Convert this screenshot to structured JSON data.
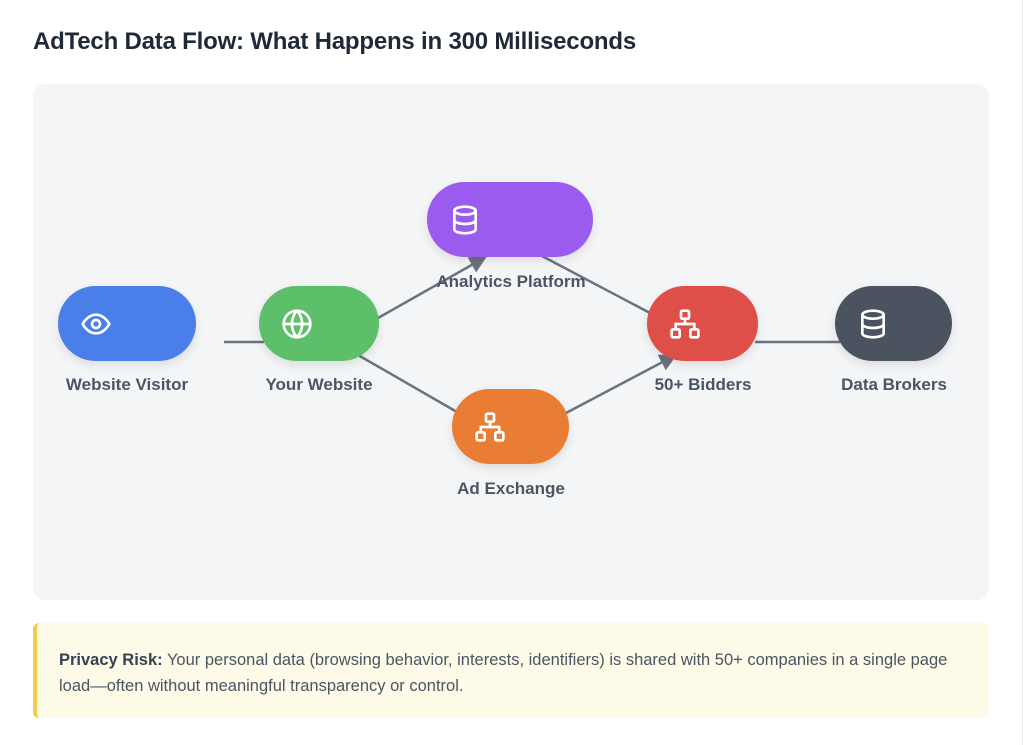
{
  "title": "AdTech Data Flow: What Happens in 300 Milliseconds",
  "diagram": {
    "nodes": [
      {
        "id": "visitor",
        "label": "Website Visitor",
        "icon": "eye-icon",
        "color": "#4a7fea"
      },
      {
        "id": "website",
        "label": "Your Website",
        "icon": "globe-icon",
        "color": "#5dbf6a"
      },
      {
        "id": "analytics",
        "label": "Analytics Platform",
        "icon": "database-icon",
        "color": "#9b5bef"
      },
      {
        "id": "exchange",
        "label": "Ad Exchange",
        "icon": "network-icon",
        "color": "#ea7d34"
      },
      {
        "id": "bidders",
        "label": "50+ Bidders",
        "icon": "network-icon",
        "color": "#df4f4a"
      },
      {
        "id": "brokers",
        "label": "Data Brokers",
        "icon": "database-icon",
        "color": "#4b5260"
      }
    ],
    "edges": [
      {
        "from": "visitor",
        "to": "website",
        "arrow": false
      },
      {
        "from": "website",
        "to": "analytics",
        "arrow": true
      },
      {
        "from": "website",
        "to": "exchange",
        "arrow": false
      },
      {
        "from": "analytics",
        "to": "bidders",
        "arrow": false
      },
      {
        "from": "exchange",
        "to": "bidders",
        "arrow": true
      },
      {
        "from": "bidders",
        "to": "brokers",
        "arrow": false
      }
    ],
    "edge_color": "#6b7280"
  },
  "risk": {
    "heading": "Privacy Risk:",
    "text": " Your personal data (browsing behavior, interests, identifiers) is shared with 50+ companies in a single page load—often without meaningful transparency or control.",
    "accent": "#f2cc48"
  }
}
